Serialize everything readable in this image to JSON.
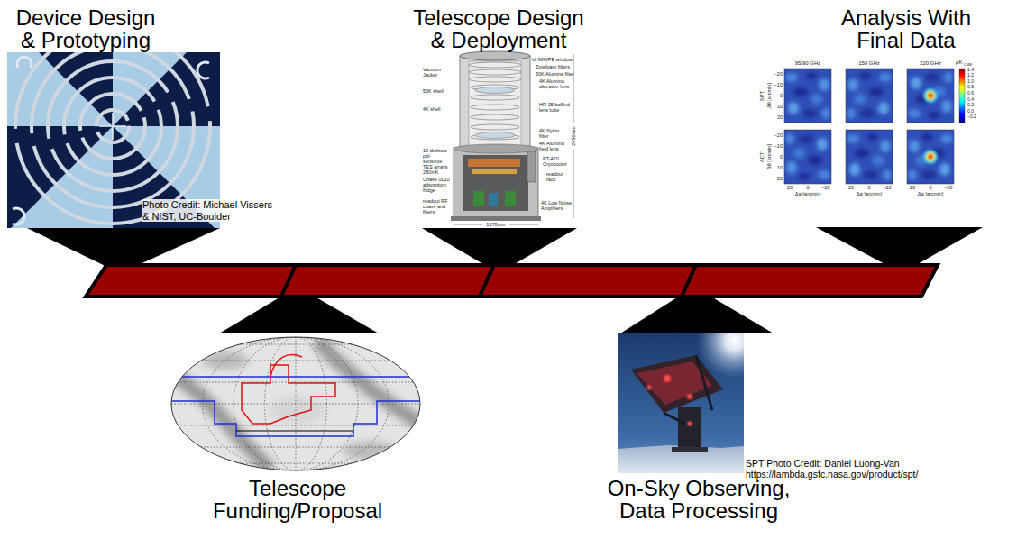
{
  "diagram": {
    "nodes": [
      {
        "text": [
          "Device Design & Prototyping",
          "Photo Credit: Michael Vissers & NIST, UC-Boulder"
        ]
      },
      {
        "text": [
          "Telescope Funding/Proposal"
        ]
      },
      {
        "text": [
          "Telescope Design & Deployment"
        ]
      },
      {
        "text": [
          "On-Sky Observing, Data Processing",
          "SPT Photo Credit: Daniel Luong-Van https://lambda.gsfc.nasa.gov/product/spt/"
        ]
      },
      {
        "text": [
          "Analysis With Final Data"
        ]
      }
    ],
    "labels": [
      "UHMWPE window",
      "Zotefoam filters",
      "50K Alumina filter",
      "4K Alumina objective lens",
      "Vacuum Jacket",
      "50K shell",
      "4K shell",
      "HR-25 baffled lens tube",
      "4K Nylon filter",
      "4K Alumina field lens",
      "19 dichroic pol-sensitive TES arrays 280mK",
      "PT-420 Cryocooler",
      "readout rack",
      "Chase 0L10 adsorption fridge",
      "readout RF coaxs and filters",
      "4K Low Noise Amplifiers",
      "1570mm",
      "2450mm",
      "95/90 GHz",
      "150 GHz",
      "220 GHz",
      "SPT",
      "ACT",
      "Δθ [arcmin]",
      "Δθ [arcmin]",
      "−20",
      "−10",
      "0",
      "10",
      "20",
      "−20",
      "−10",
      "0",
      "10",
      "20",
      "20",
      "0",
      "−20",
      "20",
      "0",
      "−20",
      "20",
      "0",
      "−20",
      "Δφ [arcmin]",
      "Δφ [arcmin]",
      "Δφ [arcmin]",
      "1.4",
      "1.2",
      "1.0",
      "0.8",
      "0.6",
      "0.4",
      "0.2",
      "0.0",
      "−0.2",
      "μK",
      "CMB"
    ]
  }
}
